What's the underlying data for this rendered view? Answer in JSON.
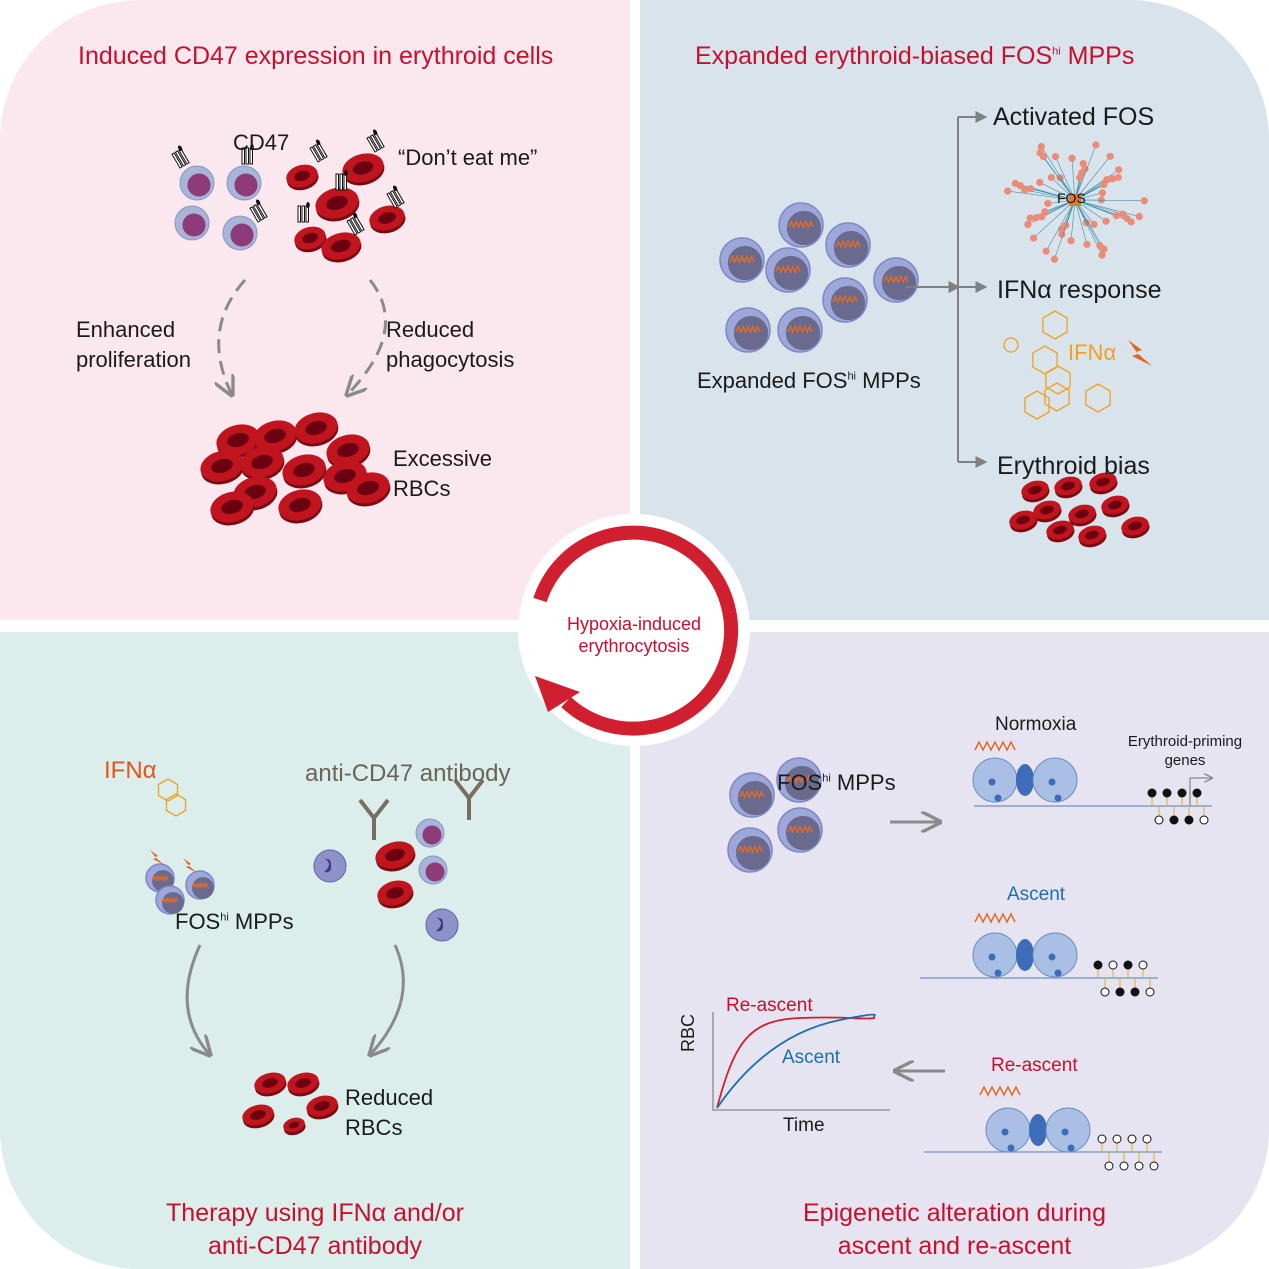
{
  "center": {
    "line1": "Hypoxia-induced",
    "line2": "erythrocytosis",
    "color": "#d0202f"
  },
  "panel_top_left": {
    "title": "Induced CD47 expression in erythroid cells",
    "cd47_label": "CD47",
    "dont_eat_label": "“Don’t eat me”",
    "left_arrow_l1": "Enhanced",
    "left_arrow_l2": "proliferation",
    "right_arrow_l1": "Reduced",
    "right_arrow_l2": "phagocytosis",
    "result_l1": "Excessive",
    "result_l2": "RBCs",
    "bg": "#fbe8ef"
  },
  "panel_top_right": {
    "title_pre": "Expanded erythroid-biased FOS",
    "title_sup": "hi",
    "title_post": " MPPs",
    "cells_pre": "Expanded FOS",
    "cells_sup": "hi",
    "cells_post": " MPPs",
    "branch1": "Activated FOS",
    "network_center": "FOS",
    "branch2": "IFNα response",
    "ifn_label": "IFNα",
    "branch3": "Erythroid bias",
    "bg": "#d8e3ec"
  },
  "panel_bottom_left": {
    "ifn_label": "IFNα",
    "antibody_label": "anti-CD47 antibody",
    "mpp_pre": "FOS",
    "mpp_sup": "hi",
    "mpp_post": " MPPs",
    "result_l1": "Reduced",
    "result_l2": "RBCs",
    "title_l1": "Therapy using IFNα and/or",
    "title_l2": "anti-CD47 antibody",
    "bg": "#dbeeeb"
  },
  "panel_bottom_right": {
    "mpp_pre": "FOS",
    "mpp_sup": "hi",
    "mpp_post": " MPPs",
    "normoxia": "Normoxia",
    "genes_l1": "Erythroid-priming",
    "genes_l2": "genes",
    "ascent": "Ascent",
    "reascent": "Re-ascent",
    "plot": {
      "ylabel": "RBC",
      "xlabel": "Time",
      "series": [
        "Re-ascent",
        "Ascent"
      ]
    },
    "title_l1": "Epigenetic alteration during",
    "title_l2": "ascent and re-ascent",
    "methylation": {
      "normoxia_top": [
        1,
        1,
        1,
        1
      ],
      "normoxia_bottom": [
        0,
        1,
        1,
        0
      ],
      "ascent_top": [
        1,
        0,
        1,
        0
      ],
      "ascent_bottom": [
        0,
        1,
        1,
        0
      ],
      "reascent_top": [
        0,
        0,
        0,
        0
      ],
      "reascent_bottom": [
        0,
        0,
        0,
        0
      ]
    },
    "bg": "#e6e4f0"
  }
}
